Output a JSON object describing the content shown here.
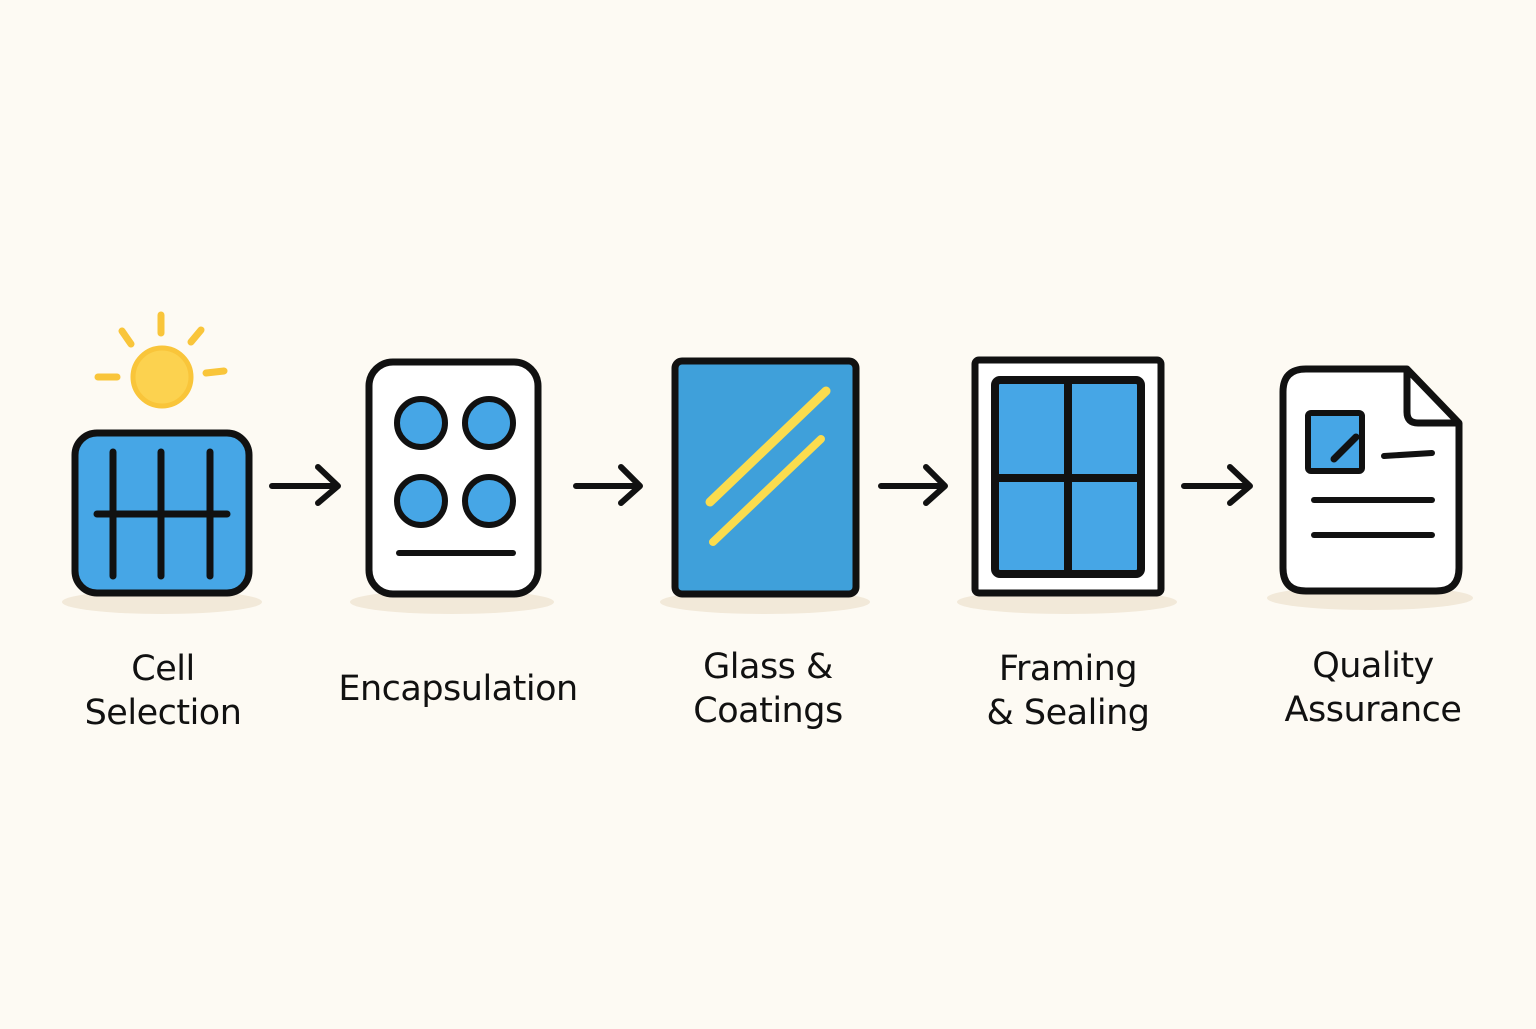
{
  "colors": {
    "background": "#fdfaf3",
    "outline": "#111111",
    "panel_blue": "#46a6e6",
    "glass_blue": "#3fa0da",
    "sun_yellow": "#f9c53a",
    "glare_yellow": "#fbdc4e",
    "shadow": "#f2e9d9",
    "card_fill": "#ffffff"
  },
  "steps": [
    {
      "icon": "solar-cell-icon",
      "label_lines": [
        "Cell",
        "Selection"
      ]
    },
    {
      "icon": "encapsulation-sheet-icon",
      "label_lines": [
        "Encapsulation"
      ]
    },
    {
      "icon": "glass-pane-icon",
      "label_lines": [
        "Glass &",
        "Coatings"
      ]
    },
    {
      "icon": "framed-panel-icon",
      "label_lines": [
        "Framing",
        "& Sealing"
      ]
    },
    {
      "icon": "inspection-document-icon",
      "label_lines": [
        "Quality",
        "Assurance"
      ]
    }
  ],
  "connectors": [
    "arrow-right-icon",
    "arrow-right-icon",
    "arrow-right-icon",
    "arrow-right-icon"
  ]
}
